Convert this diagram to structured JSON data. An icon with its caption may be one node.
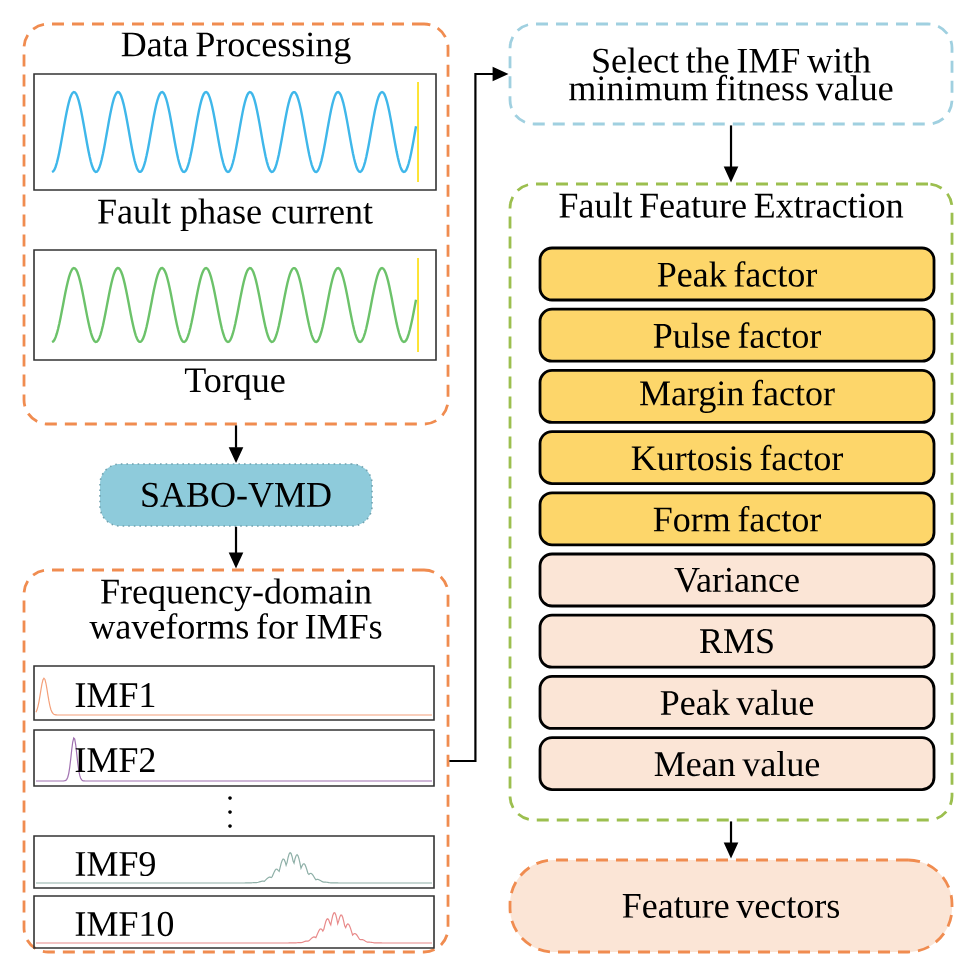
{
  "diagram": {
    "nodes": [
      {
        "text": [
          "Data Processing"
        ]
      },
      {
        "text": [],
        "shape": "picture",
        "in": 0,
        "beside": [
          "Fault phase current"
        ]
      },
      {
        "text": [],
        "shape": "picture",
        "in": 0,
        "beside": [
          "Torque"
        ]
      },
      {
        "text": [
          "SABO-VMD"
        ]
      },
      {
        "text": [
          "Frequency-domain waveforms for IMFs"
        ]
      },
      {
        "text": [
          "IMF1"
        ],
        "in": 4
      },
      {
        "text": [
          "IMF2"
        ],
        "in": 4
      },
      {
        "text": [
          "IMF9"
        ],
        "in": 4
      },
      {
        "text": [
          "IMF10"
        ],
        "in": 4
      },
      {
        "text": [
          "Select the IMF with minimum fitness value"
        ]
      },
      {
        "text": [
          "Fault Feature Extraction"
        ]
      },
      {
        "text": [
          "Peak factor"
        ],
        "in": 10
      },
      {
        "text": [
          "Pulse factor"
        ],
        "in": 10
      },
      {
        "text": [
          "Margin factor"
        ],
        "in": 10
      },
      {
        "text": [
          "Kurtosis factor"
        ],
        "in": 10
      },
      {
        "text": [
          "Form factor"
        ],
        "in": 10
      },
      {
        "text": [
          "Variance"
        ],
        "in": 10
      },
      {
        "text": [
          "RMS"
        ],
        "in": 10
      },
      {
        "text": [
          "Peak value"
        ],
        "in": 10
      },
      {
        "text": [
          "Mean value"
        ],
        "in": 10
      },
      {
        "text": [
          "Feature vectors"
        ]
      }
    ],
    "edges": [
      {
        "from": 0,
        "to": 3,
        "arrow": "to"
      },
      {
        "from": 3,
        "to": 4,
        "arrow": "to"
      },
      {
        "from": 4,
        "to": 9,
        "arrow": "to"
      },
      {
        "from": 9,
        "to": 10,
        "arrow": "to"
      },
      {
        "from": 10,
        "to": 20,
        "arrow": "to"
      }
    ]
  }
}
